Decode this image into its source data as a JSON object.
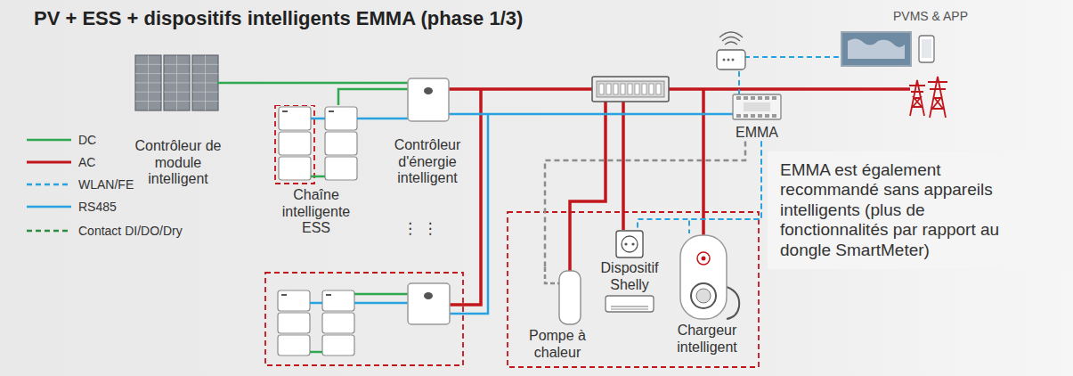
{
  "diagram": {
    "title": "PV + ESS + dispositifs intelligents EMMA (phase 1/3)",
    "nodes": [
      {
        "text": [
          "Contrôleur de module intelligent"
        ]
      },
      {
        "text": [
          "Chaîne intelligente ESS"
        ]
      },
      {
        "text": [
          "Contrôleur d'énergie intelligent"
        ]
      },
      {
        "text": [
          "EMMA"
        ]
      },
      {
        "text": [
          "Pompe à chaleur"
        ]
      },
      {
        "text": [
          "Dispositif Shelly"
        ]
      },
      {
        "text": [
          "Chargeur intelligent"
        ]
      },
      {
        "text": [
          "EMMA est également recommandé sans appareils intelligents (plus de fonctionnalités par rapport au dongle SmartMeter)"
        ]
      }
    ],
    "edges": [
      {
        "from": 0,
        "to": 2,
        "arrow": "none"
      },
      {
        "from": 1,
        "to": 2,
        "arrow": "none"
      },
      {
        "from": 1,
        "to": 2,
        "arrow": "none"
      },
      {
        "from": 2,
        "to": 3,
        "arrow": "none"
      },
      {
        "from": 3,
        "to": 4,
        "arrow": "none"
      },
      {
        "from": 3,
        "to": 5,
        "arrow": "none"
      },
      {
        "from": 3,
        "to": 6,
        "arrow": "none"
      }
    ],
    "labels": [
      "PVMS & APP",
      "⋮ ⋮"
    ],
    "legend": [
      {
        "text": "DC"
      },
      {
        "text": "AC"
      },
      {
        "text": "WLAN/FE"
      },
      {
        "text": "RS485"
      },
      {
        "text": "Contact DI/DO/Dry"
      }
    ]
  }
}
